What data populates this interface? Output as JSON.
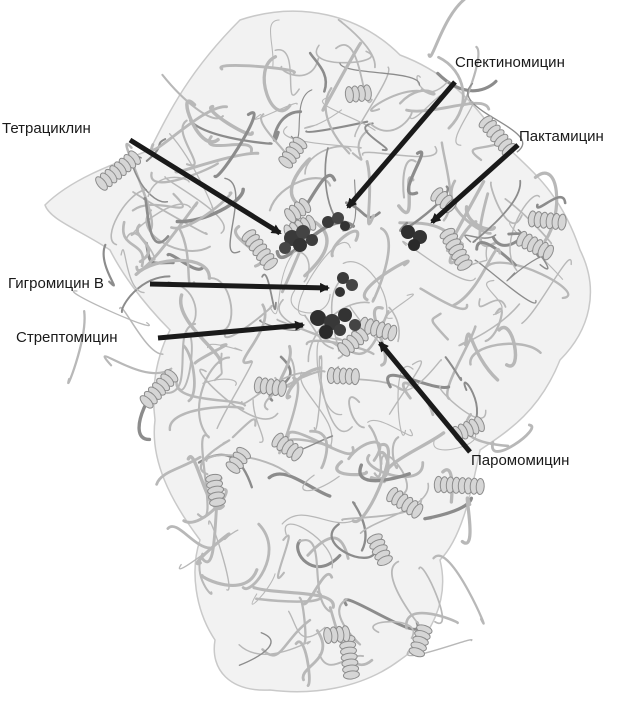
{
  "colors": {
    "background": "#ffffff",
    "ribosome_strand": "#b8b8b8",
    "ribosome_strand_dark": "#8c8c8c",
    "drug_site": "#3a3a3a",
    "arrow": "#1a1a1a"
  },
  "labels": {
    "tetracycline": "Тетрациклин",
    "spectinomycin": "Спектиномицин",
    "pactamycin": "Пактамицин",
    "hygromycin_b": "Гигромицин В",
    "streptomycin": "Стрептомицин",
    "paromomycin": "Паромомицин"
  }
}
